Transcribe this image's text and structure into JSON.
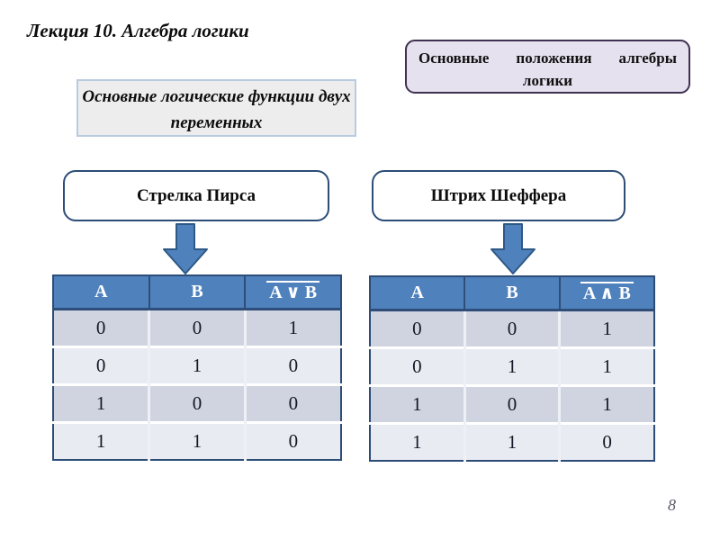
{
  "slide": {
    "title": "Лекция 10. Алгебра логики",
    "page_number": "8"
  },
  "callouts": {
    "main_topic": "Основные положения алгебры логики",
    "subtitle": "Основные логические функции двух переменных",
    "pierce_label": "Стрелка Пирса",
    "sheffer_label": "Штрих Шеффера"
  },
  "tables": [
    {
      "name": "Стрелка Пирса (NOR)",
      "headers": [
        "A",
        "B",
        "A ∨ B"
      ],
      "third_column_overline": true,
      "rows": [
        [
          "0",
          "0",
          "1"
        ],
        [
          "0",
          "1",
          "0"
        ],
        [
          "1",
          "0",
          "0"
        ],
        [
          "1",
          "1",
          "0"
        ]
      ]
    },
    {
      "name": "Штрих Шеффера (NAND)",
      "headers": [
        "A",
        "B",
        "A ∧ B"
      ],
      "third_column_overline": true,
      "rows": [
        [
          "0",
          "0",
          "1"
        ],
        [
          "0",
          "1",
          "1"
        ],
        [
          "1",
          "0",
          "1"
        ],
        [
          "1",
          "1",
          "0"
        ]
      ]
    }
  ],
  "colors": {
    "table_header_blue": "#4f81bd",
    "table_border_navy": "#2c4d77",
    "row_band_dark": "#d0d4e0",
    "row_band_light": "#e9ebf3",
    "arrow_fill": "#4f81bd",
    "arrow_stroke": "#2e5886",
    "topic_box_fill": "#e6e1ee",
    "topic_box_border": "#403152",
    "subtitle_box_fill": "#ededed",
    "subtitle_box_border": "#b9cbe1"
  }
}
